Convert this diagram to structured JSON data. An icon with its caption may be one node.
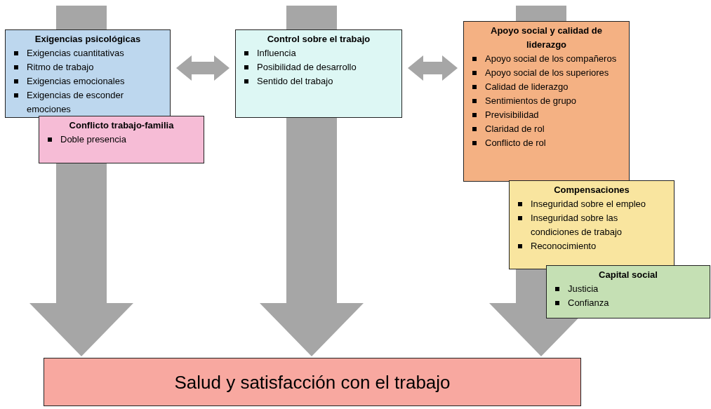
{
  "diagram": {
    "nodes": [
      {
        "text": [
          "Exigencias psicológicas",
          "Exigencias cuantitativas",
          "Ritmo de trabajo",
          "Exigencias emocionales",
          "Exigencias de esconder emociones"
        ]
      },
      {
        "text": [
          "Conflicto trabajo-familia",
          "Doble presencia"
        ]
      },
      {
        "text": [
          "Control sobre el trabajo",
          "Influencia",
          "Posibilidad de desarrollo",
          "Sentido del trabajo"
        ]
      },
      {
        "text": [
          "Apoyo social y calidad de liderazgo",
          "Apoyo social de los compañeros",
          "Apoyo social de los superiores",
          "Calidad de liderazgo",
          "Sentimientos de grupo",
          "Previsibilidad",
          "Claridad de rol",
          "Conflicto de rol"
        ]
      },
      {
        "text": [
          "Compensaciones",
          "Inseguridad sobre el empleo",
          "Inseguridad sobre las condiciones de trabajo",
          "Reconocimiento"
        ]
      },
      {
        "text": [
          "Capital social",
          "Justicia",
          "Confianza"
        ]
      },
      {
        "text": [
          "Salud y satisfacción con el trabajo"
        ]
      }
    ],
    "edges": [
      {
        "from": null,
        "to": 6,
        "arrow": "to"
      },
      {
        "from": null,
        "to": 6,
        "arrow": "to"
      },
      {
        "from": null,
        "to": 6,
        "arrow": "to"
      },
      {
        "from": 0,
        "to": 2,
        "arrow": "both"
      },
      {
        "from": 2,
        "to": 3,
        "arrow": "both"
      }
    ]
  }
}
